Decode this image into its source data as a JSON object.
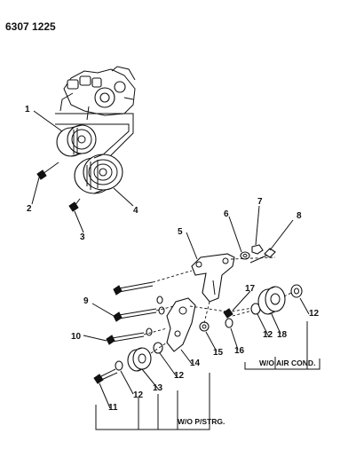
{
  "document_code": "6307 1225",
  "callouts": {
    "c1": "1",
    "c2": "2",
    "c3": "3",
    "c4": "4",
    "c5": "5",
    "c6": "6",
    "c7": "7",
    "c8": "8",
    "c9": "9",
    "c10": "10",
    "c11": "11",
    "c12a": "12",
    "c12b": "12",
    "c12c": "12",
    "c12d": "12",
    "c13": "13",
    "c14": "14",
    "c15": "15",
    "c16": "16",
    "c17": "17",
    "c18": "18"
  },
  "notes": {
    "without_air_conditioning": "W/O AIR COND.",
    "without_power_steering": "W/O P/STRG."
  }
}
